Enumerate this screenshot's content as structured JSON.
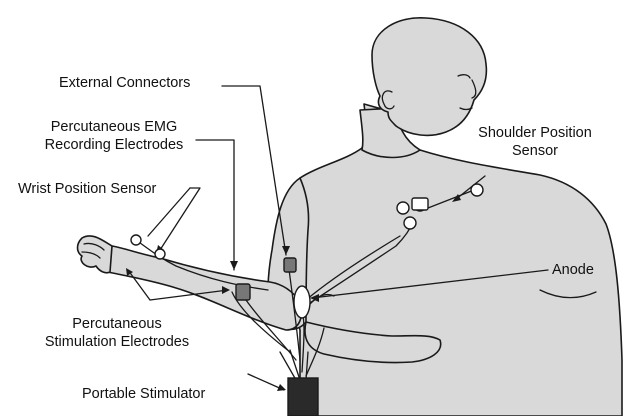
{
  "labels": {
    "external_connectors": "External Connectors",
    "emg_line1": "Percutaneous EMG",
    "emg_line2": "Recording Electrodes",
    "wrist_sensor": "Wrist Position Sensor",
    "shoulder_line1": "Shoulder Position",
    "shoulder_line2": "Sensor",
    "anode": "Anode",
    "stim_line1": "Percutaneous",
    "stim_line2": "Stimulation Electrodes",
    "portable_stimulator": "Portable Stimulator"
  },
  "colors": {
    "line": "#1a1a1a",
    "skin": "#d9d9d9",
    "device": "#2a2a2a"
  }
}
